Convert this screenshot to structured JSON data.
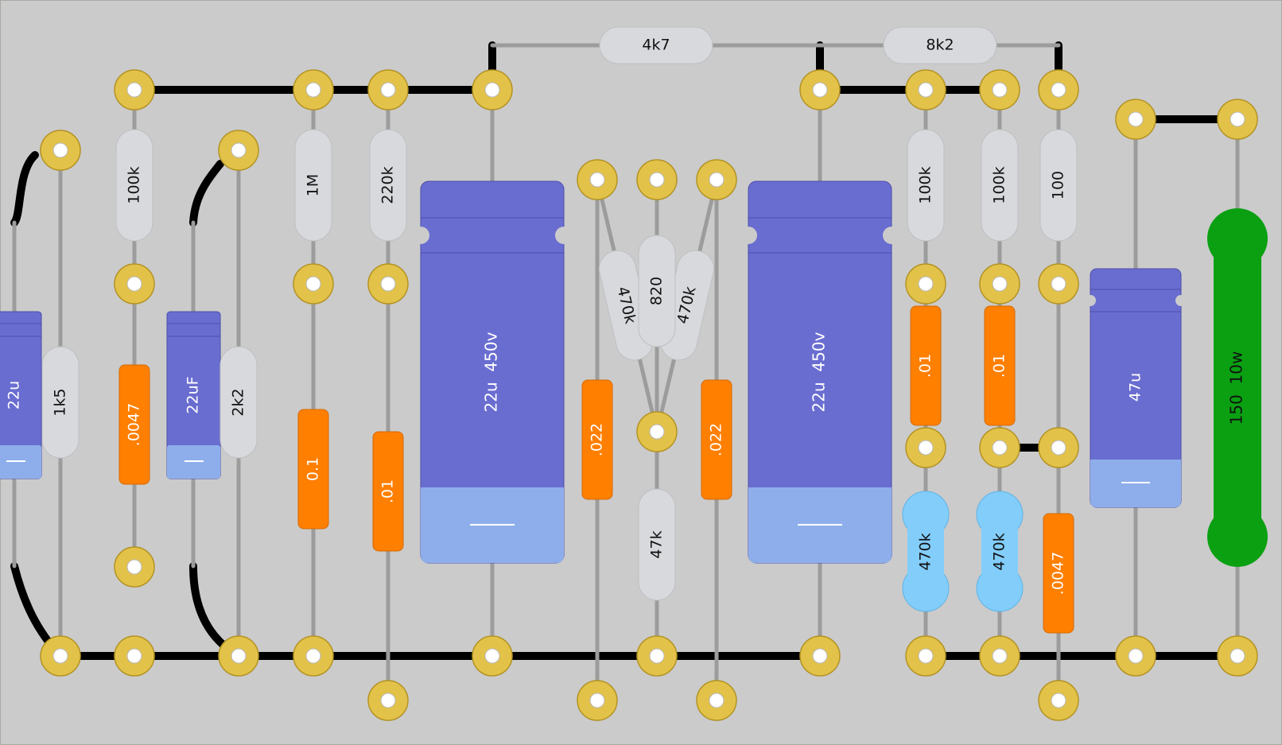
{
  "title": "",
  "colors": {
    "board": "#cbcbcb",
    "pad": "#e3c24a",
    "pad_edge": "#b39324",
    "lead": "#9c9c9c",
    "trace": "#000000",
    "resistor_body": "#d7d9dc",
    "resistor_blue": "#82cdfa",
    "film_cap": "#ff7f00",
    "electrolytic": "#6a6dd0",
    "electrolytic_band": "#8eaeeb",
    "power_resistor": "#0aa012"
  },
  "components": [
    {
      "id": "C-22u-left",
      "label": "22u",
      "kind": "electrolytic"
    },
    {
      "id": "R-1k5",
      "label": "1k5",
      "kind": "resistor"
    },
    {
      "id": "R-100k-a",
      "label": "100k",
      "kind": "resistor"
    },
    {
      "id": "C-0047-a",
      "label": ".0047",
      "kind": "film-capacitor"
    },
    {
      "id": "C-22uF",
      "label": "22uF",
      "kind": "electrolytic"
    },
    {
      "id": "R-2k2",
      "label": "2k2",
      "kind": "resistor"
    },
    {
      "id": "R-1M",
      "label": "1M",
      "kind": "resistor"
    },
    {
      "id": "C-01-a",
      "label": "0.1",
      "kind": "film-capacitor"
    },
    {
      "id": "R-220k",
      "label": "220k",
      "kind": "resistor"
    },
    {
      "id": "C-01-b",
      "label": ".01",
      "kind": "film-capacitor"
    },
    {
      "id": "C-22u-450v-a",
      "label": "22u  450v",
      "kind": "electrolytic"
    },
    {
      "id": "R-4k7",
      "label": "4k7",
      "kind": "resistor"
    },
    {
      "id": "C-022-a",
      "label": ".022",
      "kind": "film-capacitor"
    },
    {
      "id": "R-470k-a",
      "label": "470k",
      "kind": "resistor"
    },
    {
      "id": "R-820",
      "label": "820",
      "kind": "resistor"
    },
    {
      "id": "R-470k-b",
      "label": "470k",
      "kind": "resistor"
    },
    {
      "id": "R-47k",
      "label": "47k",
      "kind": "resistor"
    },
    {
      "id": "C-022-b",
      "label": ".022",
      "kind": "film-capacitor"
    },
    {
      "id": "C-22u-450v-b",
      "label": "22u  450v",
      "kind": "electrolytic"
    },
    {
      "id": "R-8k2",
      "label": "8k2",
      "kind": "resistor"
    },
    {
      "id": "R-100k-b",
      "label": "100k",
      "kind": "resistor"
    },
    {
      "id": "C-01-c",
      "label": ".01",
      "kind": "film-capacitor"
    },
    {
      "id": "R-470k-c",
      "label": "470k",
      "kind": "resistor"
    },
    {
      "id": "R-100k-c",
      "label": "100k",
      "kind": "resistor"
    },
    {
      "id": "C-01-d",
      "label": ".01",
      "kind": "film-capacitor"
    },
    {
      "id": "R-470k-d",
      "label": "470k",
      "kind": "resistor"
    },
    {
      "id": "R-100",
      "label": "100",
      "kind": "resistor"
    },
    {
      "id": "C-0047-b",
      "label": ".0047",
      "kind": "film-capacitor"
    },
    {
      "id": "C-47u",
      "label": "47u",
      "kind": "electrolytic"
    },
    {
      "id": "R-150-10w",
      "label": "150  10w",
      "kind": "power-resistor"
    }
  ]
}
